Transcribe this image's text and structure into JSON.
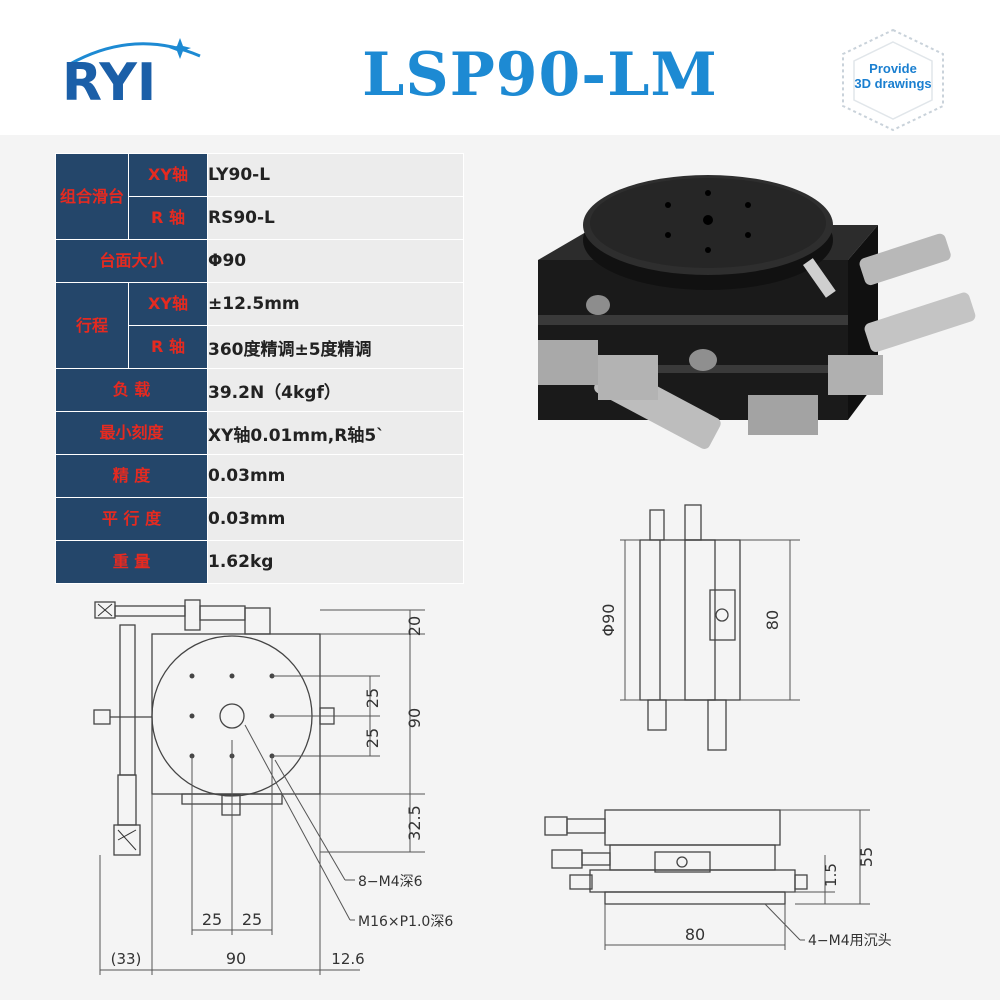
{
  "header": {
    "logo_text": "RYI",
    "title": "LSP90-LM",
    "badge_line1": "Provide",
    "badge_line2": "3D drawings"
  },
  "spec_table": {
    "group_label": "组合滑台",
    "xy_axis_label": "XY轴",
    "xy_axis_value": "LY90-L",
    "r_axis_label": "R 轴",
    "r_axis_value": "RS90-L",
    "table_size_label": "台面大小",
    "table_size_value": "Φ90",
    "travel_label": "行程",
    "travel_xy_label": "XY轴",
    "travel_xy_value": "±12.5mm",
    "travel_r_label": "R 轴",
    "travel_r_value": "360度精调±5度精调",
    "load_label": "负 载",
    "load_value": "39.2N（4kgf）",
    "min_scale_label": "最小刻度",
    "min_scale_value": "XY轴0.01mm,R轴5`",
    "accuracy_label": "精 度",
    "accuracy_value": "0.03mm",
    "parallelism_label": "平 行 度",
    "parallelism_value": "0.03mm",
    "weight_label": "重 量",
    "weight_value": "1.62kg"
  },
  "top_view": {
    "dim_20": "20",
    "dim_25a": "25",
    "dim_25b": "25",
    "dim_90_v": "90",
    "dim_32_5": "32.5",
    "dim_25c": "25",
    "dim_25d": "25",
    "dim_33": "(33)",
    "dim_90_h": "90",
    "dim_12_6": "12.6",
    "note_holes": "8−M4深6",
    "note_center": "M16×P1.0深6"
  },
  "side_view": {
    "dim_phi90": "Φ90",
    "dim_80_v": "80"
  },
  "front_view": {
    "dim_1_5": "1.5",
    "dim_55": "55",
    "dim_80_h": "80",
    "note_mount": "4−M4用沉头"
  }
}
